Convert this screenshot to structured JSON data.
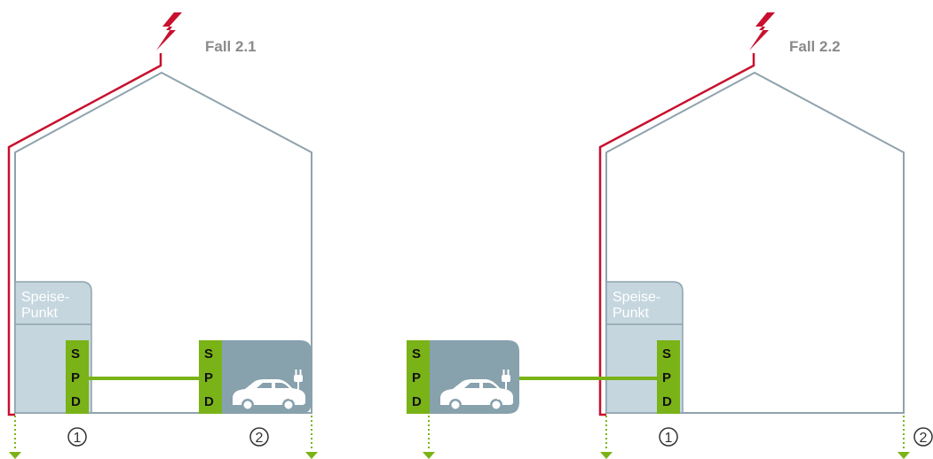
{
  "colors": {
    "house_outline": "#8fa3ad",
    "lightning_conductor": "#c8102e",
    "spd_box": "#7ab317",
    "connection_line": "#7ab317",
    "feed_point_fill": "#c5d6df",
    "charger_fill": "#87a1ad",
    "ground_arrow": "#7ab317"
  },
  "left": {
    "title": "Fall 2.1",
    "feed_point": {
      "line1": "Speise-",
      "line2": "Punkt"
    },
    "spd1": [
      "S",
      "P",
      "D"
    ],
    "spd2": [
      "S",
      "P",
      "D"
    ],
    "marker1": "1",
    "marker2": "2",
    "icons": [
      "lightning-icon",
      "car-charging-icon",
      "ground-arrow-icon"
    ]
  },
  "right": {
    "title": "Fall 2.2",
    "feed_point": {
      "line1": "Speise-",
      "line2": "Punkt"
    },
    "spd1": [
      "S",
      "P",
      "D"
    ],
    "spd2": [
      "S",
      "P",
      "D"
    ],
    "marker1": "1",
    "marker2": "2",
    "icons": [
      "lightning-icon",
      "car-charging-icon",
      "ground-arrow-icon"
    ]
  }
}
